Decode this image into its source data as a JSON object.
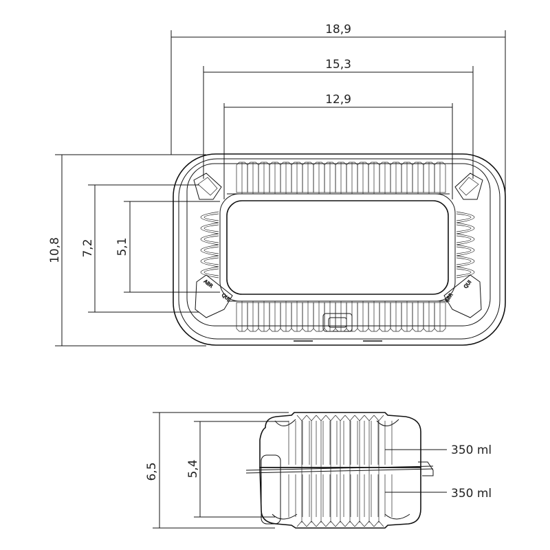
{
  "top_view": {
    "dim_width_outer": "18,9",
    "dim_width_mid": "15,3",
    "dim_width_inner": "12,9",
    "dim_height_outer": "10,8",
    "dim_height_mid": "7,2",
    "dim_height_inner": "5,1",
    "embossed_labels": [
      "ABR",
      "QUI",
      "ABR",
      "QUI"
    ]
  },
  "side_view": {
    "dim_height_outer": "6,5",
    "dim_height_inner": "5,4",
    "upper_capacity": "350 ml",
    "lower_capacity": "350 ml"
  }
}
